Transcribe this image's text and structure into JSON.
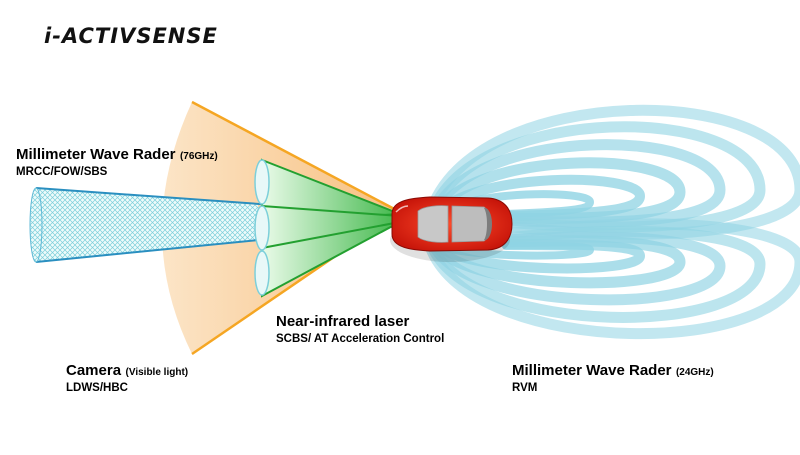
{
  "brand": {
    "logo": "i-ACTIVSENSE"
  },
  "sensors": {
    "radar_front": {
      "title": "Millimeter Wave Rader",
      "spec": "(76GHz)",
      "systems": "MRCC/FOW/SBS",
      "color": "#2a8fc0"
    },
    "laser": {
      "title": "Near-infrared laser",
      "systems": "SCBS/ AT Acceleration Control",
      "color": "#2fae3a"
    },
    "camera": {
      "title": "Camera",
      "spec": "(Visible light)",
      "systems": "LDWS/HBC",
      "color": "#f5a623"
    },
    "radar_rear": {
      "title": "Millimeter Wave Rader",
      "spec": "(24GHz)",
      "systems": "RVM",
      "color": "#7fcfe0"
    }
  },
  "car": {
    "color": "#e02010"
  }
}
